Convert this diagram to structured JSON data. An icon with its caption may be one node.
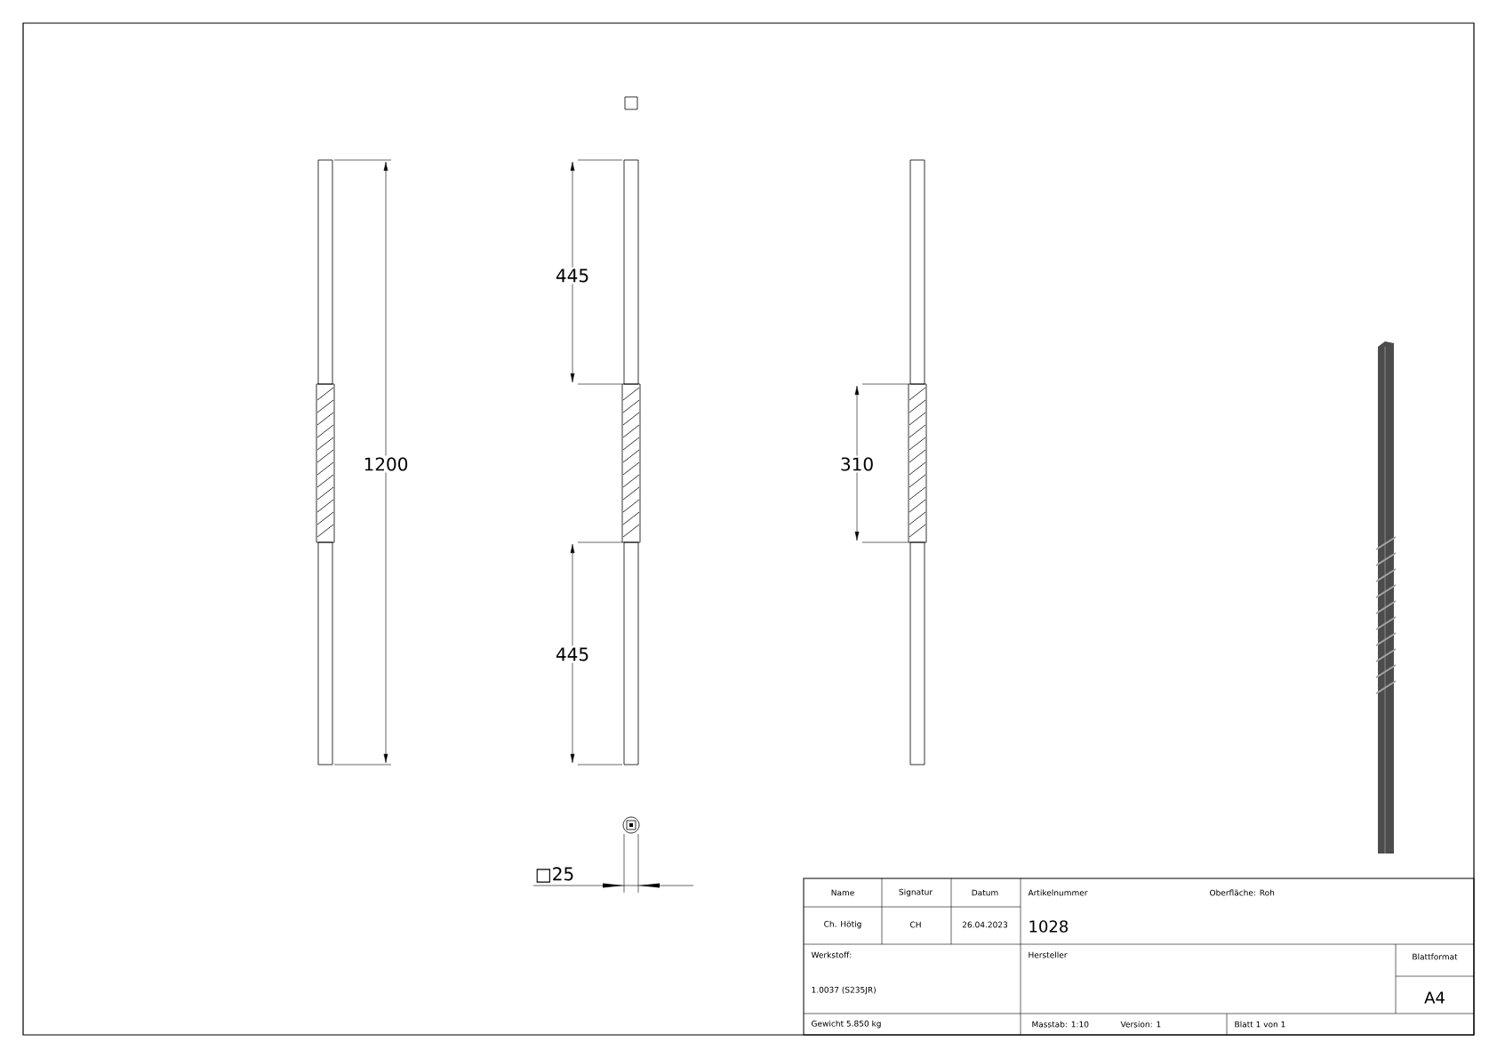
{
  "diagram": {
    "labels": [
      "445",
      "1200",
      "310",
      "445",
      "□25",
      "Name",
      "Signatur",
      "Datum",
      "Artikelnummer",
      "Oberfläche: Roh",
      "Ch. Hötig",
      "CH",
      "26.04.2023",
      "1028",
      "Werkstoff:",
      "Hersteller",
      "Blattformat",
      "1.0037 (S235JR)",
      "A4",
      "Gewicht 5.850 kg",
      "Masstab: 1:10",
      "Version: 1",
      "Blatt 1 von 1"
    ]
  }
}
